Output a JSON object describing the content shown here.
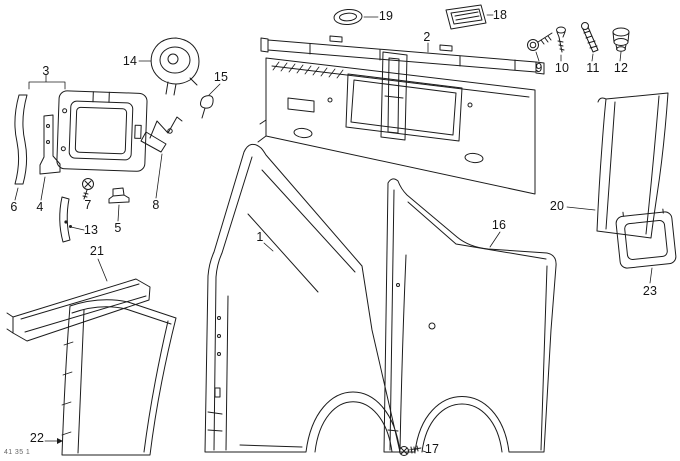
{
  "diagram": {
    "code": "41 35 1",
    "parts": [
      "1",
      "2",
      "3",
      "4",
      "5",
      "6",
      "7",
      "8",
      "9",
      "10",
      "11",
      "12",
      "13",
      "14",
      "15",
      "16",
      "17",
      "18",
      "19",
      "20",
      "21",
      "22",
      "23"
    ]
  }
}
